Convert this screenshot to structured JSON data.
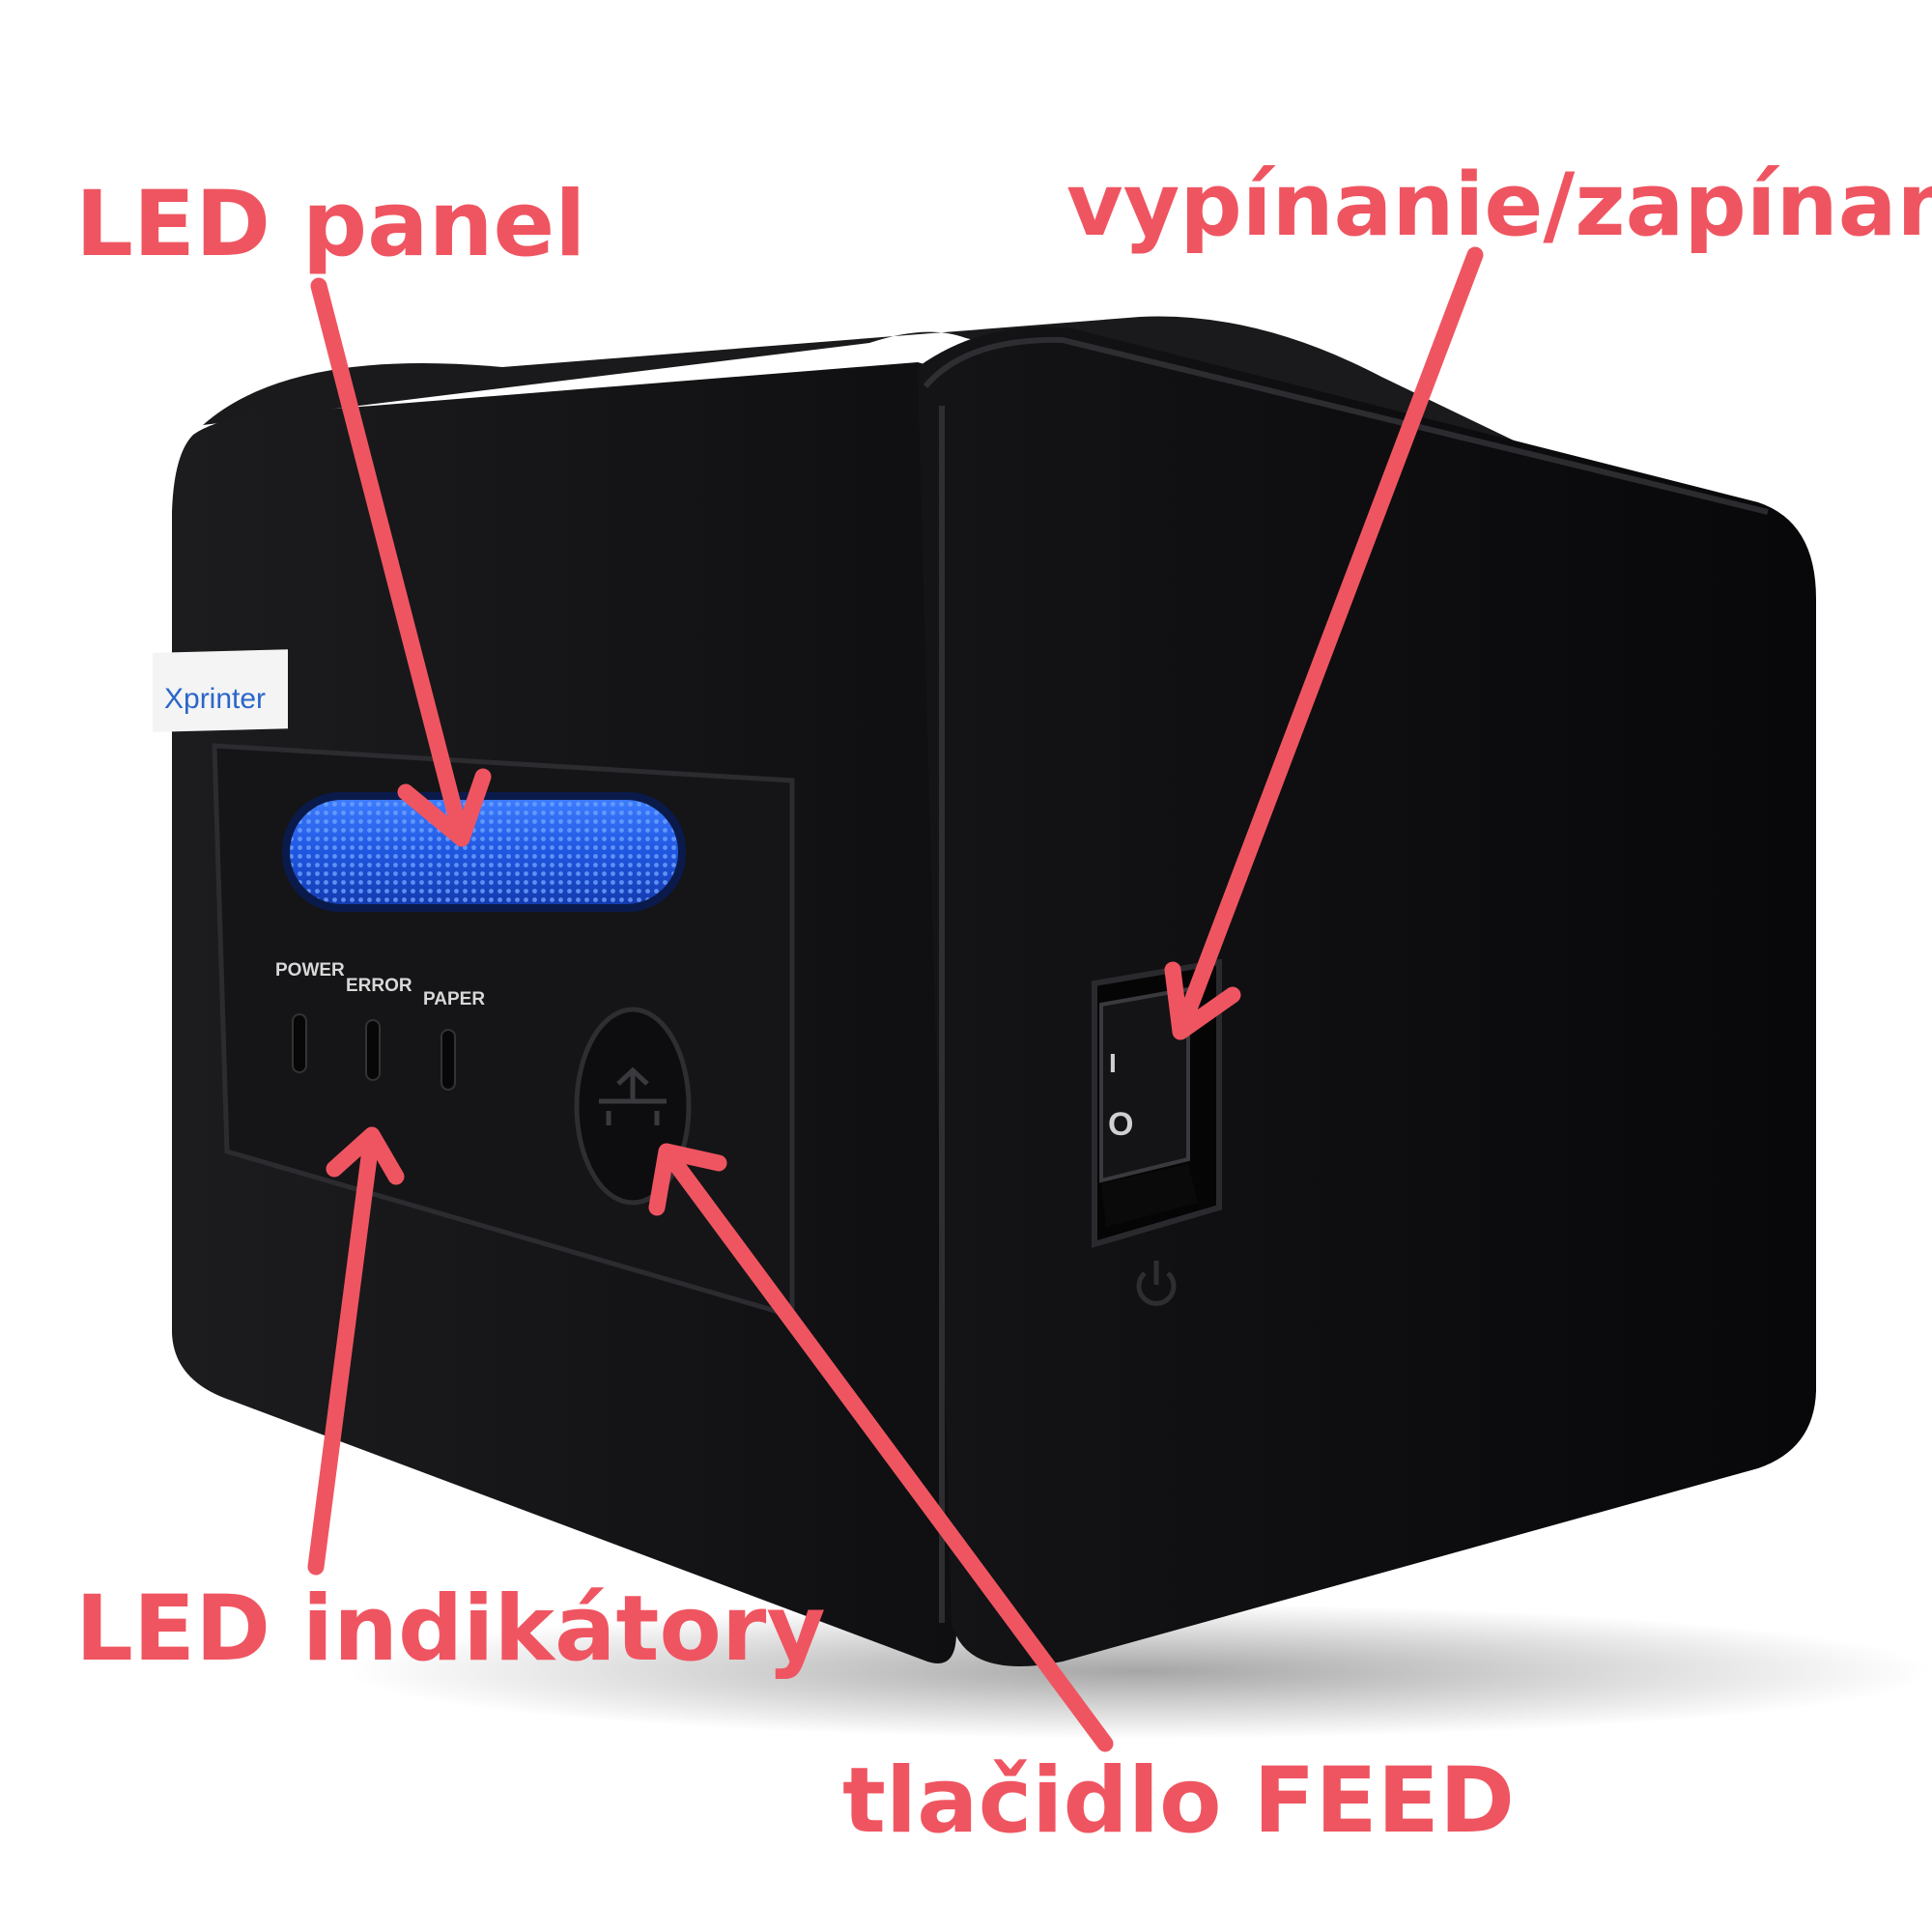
{
  "callouts": {
    "led_panel": "LED panel",
    "power_switch": "vypínanie/zapínanie",
    "led_indicators": "LED indikátory",
    "feed_button": "tlačidlo FEED"
  },
  "printer": {
    "brand": "Xprinter",
    "indicator_labels": [
      "POWER",
      "ERROR",
      "PAPER"
    ],
    "switch_marks": [
      "I",
      "O"
    ]
  },
  "colors": {
    "callout": "#ef5561",
    "led_blue": "#2a63e8",
    "body": "#101012"
  },
  "icons": [
    "power-symbol-icon",
    "feed-arrow-icon"
  ]
}
